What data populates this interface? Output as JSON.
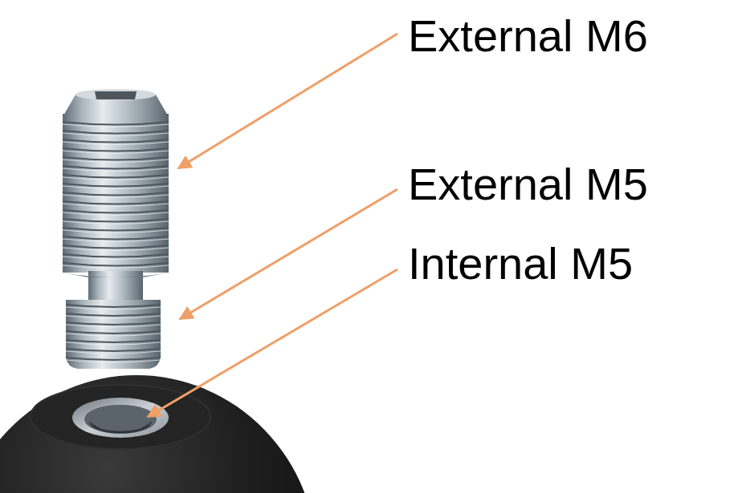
{
  "diagram": {
    "labels": [
      "External M6",
      "External M5",
      "Internal M5"
    ]
  }
}
